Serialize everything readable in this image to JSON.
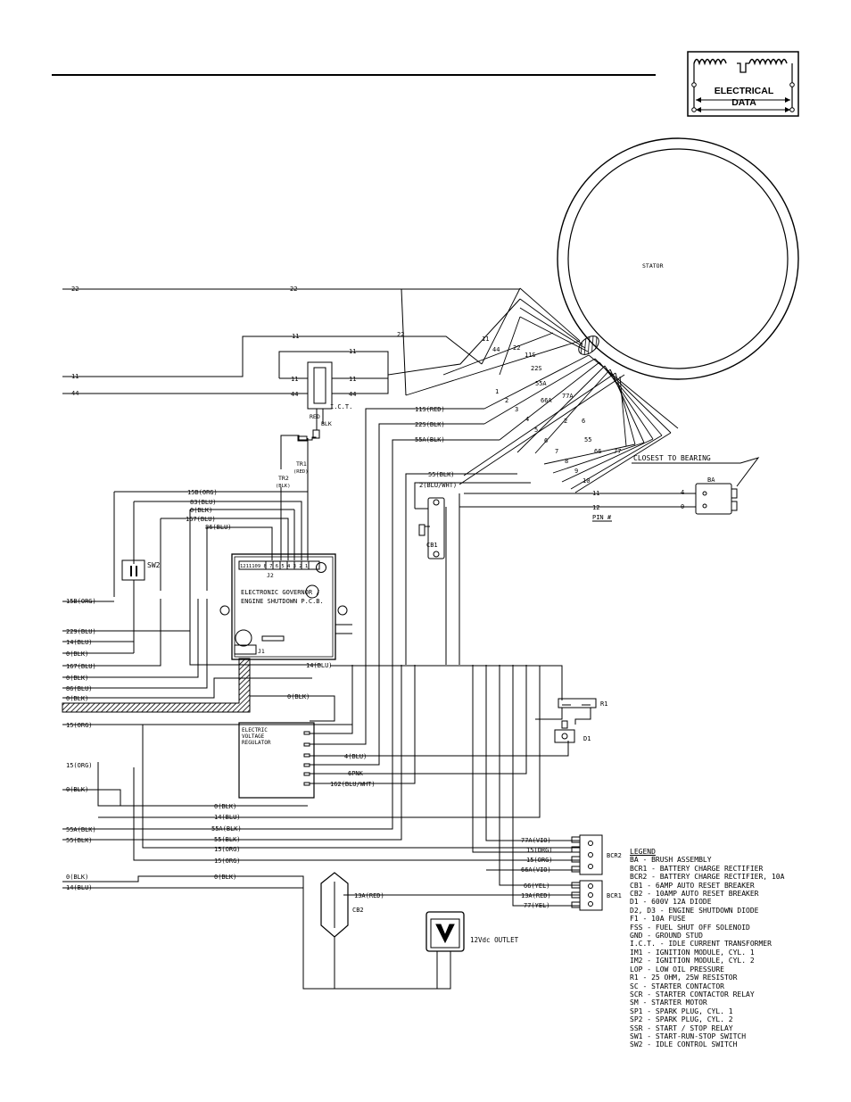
{
  "header": {
    "badge_line1": "ELECTRICAL",
    "badge_line2": "DATA"
  },
  "components": {
    "stator": "STATOR",
    "ict": "I.C.T.",
    "pcb_line1": "ELECTRONIC GOVERNOR /",
    "pcb_line2": "ENGINE SHUTDOWN P.C.B.",
    "j1": "J1",
    "j2": "J2",
    "evr_line1": "ELECTRIC",
    "evr_line2": "VOLTAGE",
    "evr_line3": "REGULATOR",
    "cb1": "CB1",
    "cb2": "CB2",
    "sw2": "SW2",
    "ba": "BA",
    "bcr1": "BCR1",
    "bcr2": "BCR2",
    "r1": "R1",
    "d1": "D1",
    "outlet": "12Vdc OUTLET",
    "closest": "CLOSEST TO BEARING",
    "pin": "PIN #",
    "red": "RED",
    "blk": "BLK",
    "tr1": "TR1",
    "tr1c": "(RED)",
    "tr2": "TR2",
    "tr2c": "(BLK)",
    "j2pins": "1211109 8 7 6 5 4 3 2 1"
  },
  "left_wires": [
    "22",
    "11",
    "44",
    "15B(ORG)",
    "229(BLU)",
    "14(BLU)",
    "0(BLK)",
    "167(BLU)",
    "0(BLK)",
    "86(BLU)",
    "0(BLK)",
    "15(ORG)",
    "15(ORG)",
    "0(BLK)",
    "55A(BLK)",
    "55(BLK)",
    "0(BLK)",
    "14(BLU)"
  ],
  "stator_wires": [
    "11",
    "44",
    "22",
    "11S",
    "22S",
    "55A",
    "77A",
    "66A",
    "2",
    "6",
    "55",
    "66",
    "77"
  ],
  "stator_pins": [
    "1",
    "2",
    "3",
    "4",
    "5",
    "6",
    "7",
    "8",
    "9",
    "10",
    "11",
    "12"
  ],
  "wire_labels": {
    "w22": "22",
    "w11": "11",
    "w44": "44",
    "w11s_red": "11S(RED)",
    "w22s_blk": "22S(BLK)",
    "w55a_blk": "55A(BLK)",
    "w55_blk": "55(BLK)",
    "w2_bluwht": "2(BLU/WHT)",
    "w15b": "15B(ORG)",
    "w83": "83(BLU)",
    "w0": "0(BLK)",
    "w167": "167(BLU)",
    "w86": "86(BLU)",
    "w14": "14(BLU)",
    "w4": "4(BLU)",
    "w6pnk": "6PNK",
    "w162": "162(BLU/WHT)",
    "w55a": "55A(BLK)",
    "w55": "55(BLK)",
    "w15": "15(ORG)",
    "w77a": "77A(VIO)",
    "w66a": "66A(VIO)",
    "w66": "66(YEL)",
    "w13a": "13A(RED)",
    "w77": "77(YEL)",
    "ba4": "4",
    "ba0": "0",
    "ba11": "11",
    "ba12": "12"
  },
  "legend": {
    "title": "LEGEND",
    "items": [
      "BA - BRUSH ASSEMBLY",
      "BCR1 - BATTERY CHARGE RECTIFIER",
      "BCR2 - BATTERY CHARGE RECTIFIER, 10A",
      "CB1 - 6AMP AUTO RESET BREAKER",
      "CB2 - 10AMP AUTO RESET BREAKER",
      "D1 - 600V 12A DIODE",
      "D2, D3 - ENGINE SHUTDOWN DIODE",
      "F1 - 10A FUSE",
      "FSS - FUEL SHUT OFF SOLENOID",
      "GND - GROUND STUD",
      "I.C.T. - IDLE CURRENT TRANSFORMER",
      "IM1 - IGNITION MODULE, CYL. 1",
      "IM2 - IGNITION MODULE, CYL. 2",
      "LOP - LOW OIL PRESSURE",
      "R1 - 25 OHM, 25W RESISTOR",
      "SC - STARTER CONTACTOR",
      "SCR - STARTER CONTACTOR RELAY",
      "SM - STARTER MOTOR",
      "SP1 - SPARK PLUG, CYL. 1",
      "SP2 - SPARK PLUG, CYL. 2",
      "SSR - START / STOP RELAY",
      "SW1 - START-RUN-STOP SWITCH",
      "SW2 - IDLE CONTROL SWITCH"
    ]
  }
}
